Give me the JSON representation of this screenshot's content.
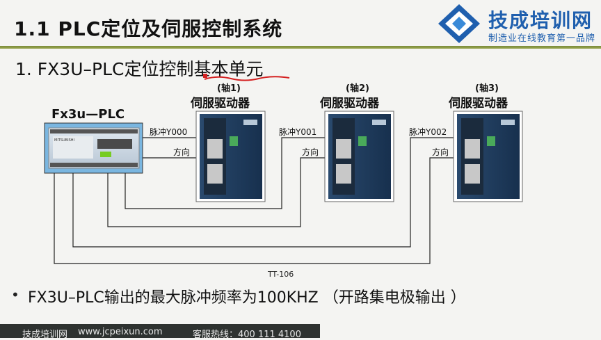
{
  "header": {
    "title": "1.1  PLC定位及伺服控制系统",
    "logo_name": "技成培训网",
    "logo_slogan": "制造业在线教育第一品牌"
  },
  "subtitle": "1. FX3U–PLC定位控制基本单元",
  "diagram": {
    "plc_label": "Fx3u—PLC",
    "plc_brand": "MITSUBISHI",
    "drives": [
      {
        "axis": "(轴1)",
        "name": "伺服驱动器",
        "pulse": "脉冲Y000",
        "dir": "方向"
      },
      {
        "axis": "(轴2)",
        "name": "伺服驱动器",
        "pulse": "脉冲Y001",
        "dir": "方向"
      },
      {
        "axis": "(轴3)",
        "name": "伺服驱动器",
        "pulse": "脉冲Y002",
        "dir": "方向"
      }
    ],
    "ref": "TT-106"
  },
  "bullet": {
    "mark": "•",
    "text": "FX3U–PLC输出的最大脉冲频率为100KHZ （开路集电极输出 ）"
  },
  "footer": {
    "brand": "技成培训网",
    "url": "www.jcpeixun.com",
    "hotline": "客服热线：400 111 4100"
  },
  "colors": {
    "brand_blue": "#1f5fae",
    "accent_line": "#8a9a45",
    "squiggle_red": "#d42020"
  }
}
